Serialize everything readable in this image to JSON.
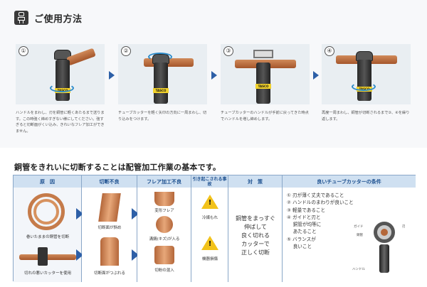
{
  "section1": {
    "title": "ご使用方法",
    "steps": [
      {
        "num": "①",
        "caption": "ハンドルをまわし、刃を銅管に軽くあたるまで送ります。この時強く締めすぎない様にしてください。強すぎると切断面がくい込み、きれいなフレア加工ができません。",
        "brand": "TASCO"
      },
      {
        "num": "②",
        "caption": "チューブカッターを軽く矢印の方向に一周まわし、切り込みをつけます。",
        "brand": "TASCO"
      },
      {
        "num": "③",
        "caption": "チューブカッターのハンドルが手前に戻ってきた時点でハンドルを増し締めします。",
        "brand": "TASCO"
      },
      {
        "num": "④",
        "caption": "再度一周まわし、銅管が切断されるまで③、④を繰り返します。",
        "brand": "TASCO"
      }
    ]
  },
  "section2": {
    "title": "銅管をきれいに切断することは配管加工作業の基本です。",
    "headers": [
      "原　因",
      "切断不良",
      "フレア加工不良",
      "引き起こされる事故",
      "対　策",
      "良いチューブカッターの条件"
    ],
    "causes": [
      "巻いたままの銅管を切断",
      "切れの悪いカッターを使用"
    ],
    "cut_defects": [
      "切断面が斜め",
      "切断面がつぶれる"
    ],
    "flare_defects": [
      "変形フレア",
      "溝錆(キズ)が入る",
      "切粉の混入"
    ],
    "accidents": [
      "冷媒もれ",
      "機器損傷"
    ],
    "warning_symbol": "!",
    "measure": [
      "銅管をまっすぐ",
      "伸ばして",
      "良く切れる",
      "カッターで",
      "正しく切断"
    ],
    "conditions": [
      "① 刃が薄く丈夫であること",
      "② ハンドルのまわりが良いこと",
      "③ 軽量であること",
      "④ ガイドと刃と",
      "　 銅管が均等に",
      "　 あたること",
      "⑤ バランスが",
      "　 良いこと"
    ],
    "diagram_labels": {
      "guide": "ガイド",
      "blade": "刃",
      "pipe": "銅管",
      "handle": "ハンドル"
    }
  }
}
